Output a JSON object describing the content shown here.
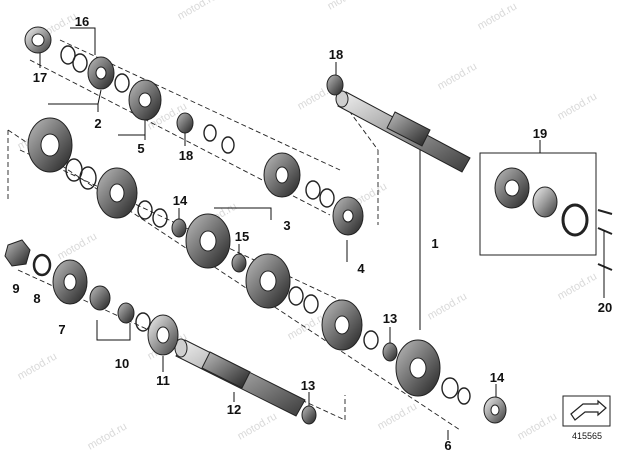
{
  "diagram": {
    "watermark": "motod.ru",
    "reference_code": "415565",
    "part_labels": [
      "1",
      "2",
      "3",
      "4",
      "5",
      "6",
      "7",
      "8",
      "9",
      "10",
      "11",
      "12",
      "13",
      "13",
      "14",
      "14",
      "15",
      "16",
      "17",
      "18",
      "18",
      "19",
      "20"
    ]
  }
}
